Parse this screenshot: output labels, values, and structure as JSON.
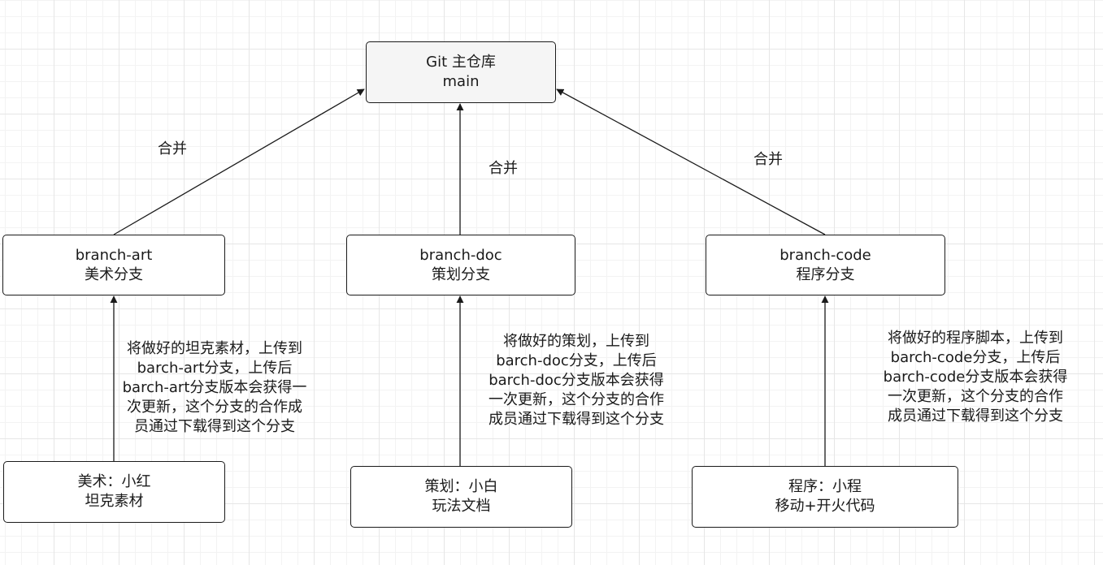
{
  "nodes": {
    "main": {
      "line1": "Git 主仓库",
      "line2": "main"
    },
    "branch_art": {
      "line1": "branch-art",
      "line2": "美术分支"
    },
    "branch_doc": {
      "line1": "branch-doc",
      "line2": "策划分支"
    },
    "branch_code": {
      "line1": "branch-code",
      "line2": "程序分支"
    },
    "member_art": {
      "line1": "美术：小红",
      "line2": "坦克素材"
    },
    "member_doc": {
      "line1": "策划：小白",
      "line2": "玩法文档"
    },
    "member_code": {
      "line1": "程序：小程",
      "line2": "移动+开火代码"
    }
  },
  "edge_labels": {
    "merge_art": "合并",
    "merge_doc": "合并",
    "merge_code": "合并"
  },
  "descriptions": {
    "art": [
      "将做好的坦克素材，上传到",
      "barch-art分支，上传后",
      "barch-art分支版本会获得一",
      "次更新，这个分支的合作成",
      "员通过下载得到这个分支"
    ],
    "doc": [
      "将做好的策划，上传到",
      "barch-doc分支，上传后",
      "barch-doc分支版本会获得",
      "一次更新，这个分支的合作",
      "成员通过下载得到这个分支"
    ],
    "code": [
      "将做好的程序脚本，上传到",
      "barch-code分支，上传后",
      "barch-code分支版本会获得",
      "一次更新，这个分支的合作",
      "成员通过下载得到这个分支"
    ]
  }
}
